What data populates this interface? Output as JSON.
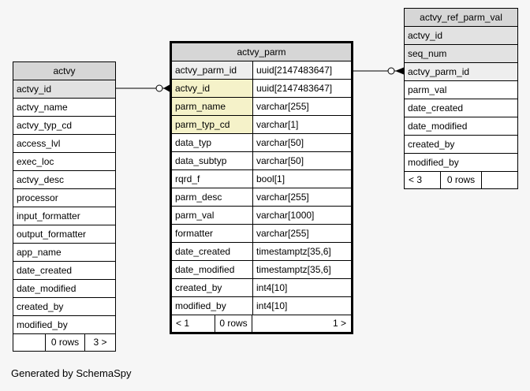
{
  "page": {
    "footer_note": "Generated by SchemaSpy"
  },
  "colors": {
    "page-bg": "#f6f6f6",
    "header-bg": "#d6d6d6",
    "pk-bg": "#e2e2e2",
    "pkfk-bg": "#eeeeee",
    "fk-bg": "#f5f2c9",
    "row-bg": "#ffffff",
    "line": "#000000"
  },
  "tables": {
    "actvy": {
      "title": "actvy",
      "rows": [
        "actvy_id",
        "actvy_name",
        "actvy_typ_cd",
        "access_lvl",
        "exec_loc",
        "actvy_desc",
        "processor",
        "input_formatter",
        "output_formatter",
        "app_name",
        "date_created",
        "date_modified",
        "created_by",
        "modified_by"
      ],
      "footer": {
        "left": "",
        "center": "0 rows",
        "right": "3 >"
      }
    },
    "actvy_parm": {
      "title": "actvy_parm",
      "rows": [
        {
          "name": "actvy_parm_id",
          "type": "uuid[2147483647]"
        },
        {
          "name": "actvy_id",
          "type": "uuid[2147483647]"
        },
        {
          "name": "parm_name",
          "type": "varchar[255]"
        },
        {
          "name": "parm_typ_cd",
          "type": "varchar[1]"
        },
        {
          "name": "data_typ",
          "type": "varchar[50]"
        },
        {
          "name": "data_subtyp",
          "type": "varchar[50]"
        },
        {
          "name": "rqrd_f",
          "type": "bool[1]"
        },
        {
          "name": "parm_desc",
          "type": "varchar[255]"
        },
        {
          "name": "parm_val",
          "type": "varchar[1000]"
        },
        {
          "name": "formatter",
          "type": "varchar[255]"
        },
        {
          "name": "date_created",
          "type": "timestamptz[35,6]"
        },
        {
          "name": "date_modified",
          "type": "timestamptz[35,6]"
        },
        {
          "name": "created_by",
          "type": "int4[10]"
        },
        {
          "name": "modified_by",
          "type": "int4[10]"
        }
      ],
      "footer": {
        "left": "< 1",
        "center": "0 rows",
        "right": "1 >"
      }
    },
    "actvy_ref_parm_val": {
      "title": "actvy_ref_parm_val",
      "rows": [
        "actvy_id",
        "seq_num",
        "actvy_parm_id",
        "parm_val",
        "date_created",
        "date_modified",
        "created_by",
        "modified_by"
      ],
      "footer": {
        "left": "< 3",
        "center": "0 rows",
        "right": ""
      }
    }
  },
  "relationships": [
    {
      "from": "actvy.actvy_id",
      "to": "actvy_parm.actvy_id"
    },
    {
      "from": "actvy_parm.actvy_parm_id",
      "to": "actvy_ref_parm_val.actvy_parm_id"
    }
  ]
}
